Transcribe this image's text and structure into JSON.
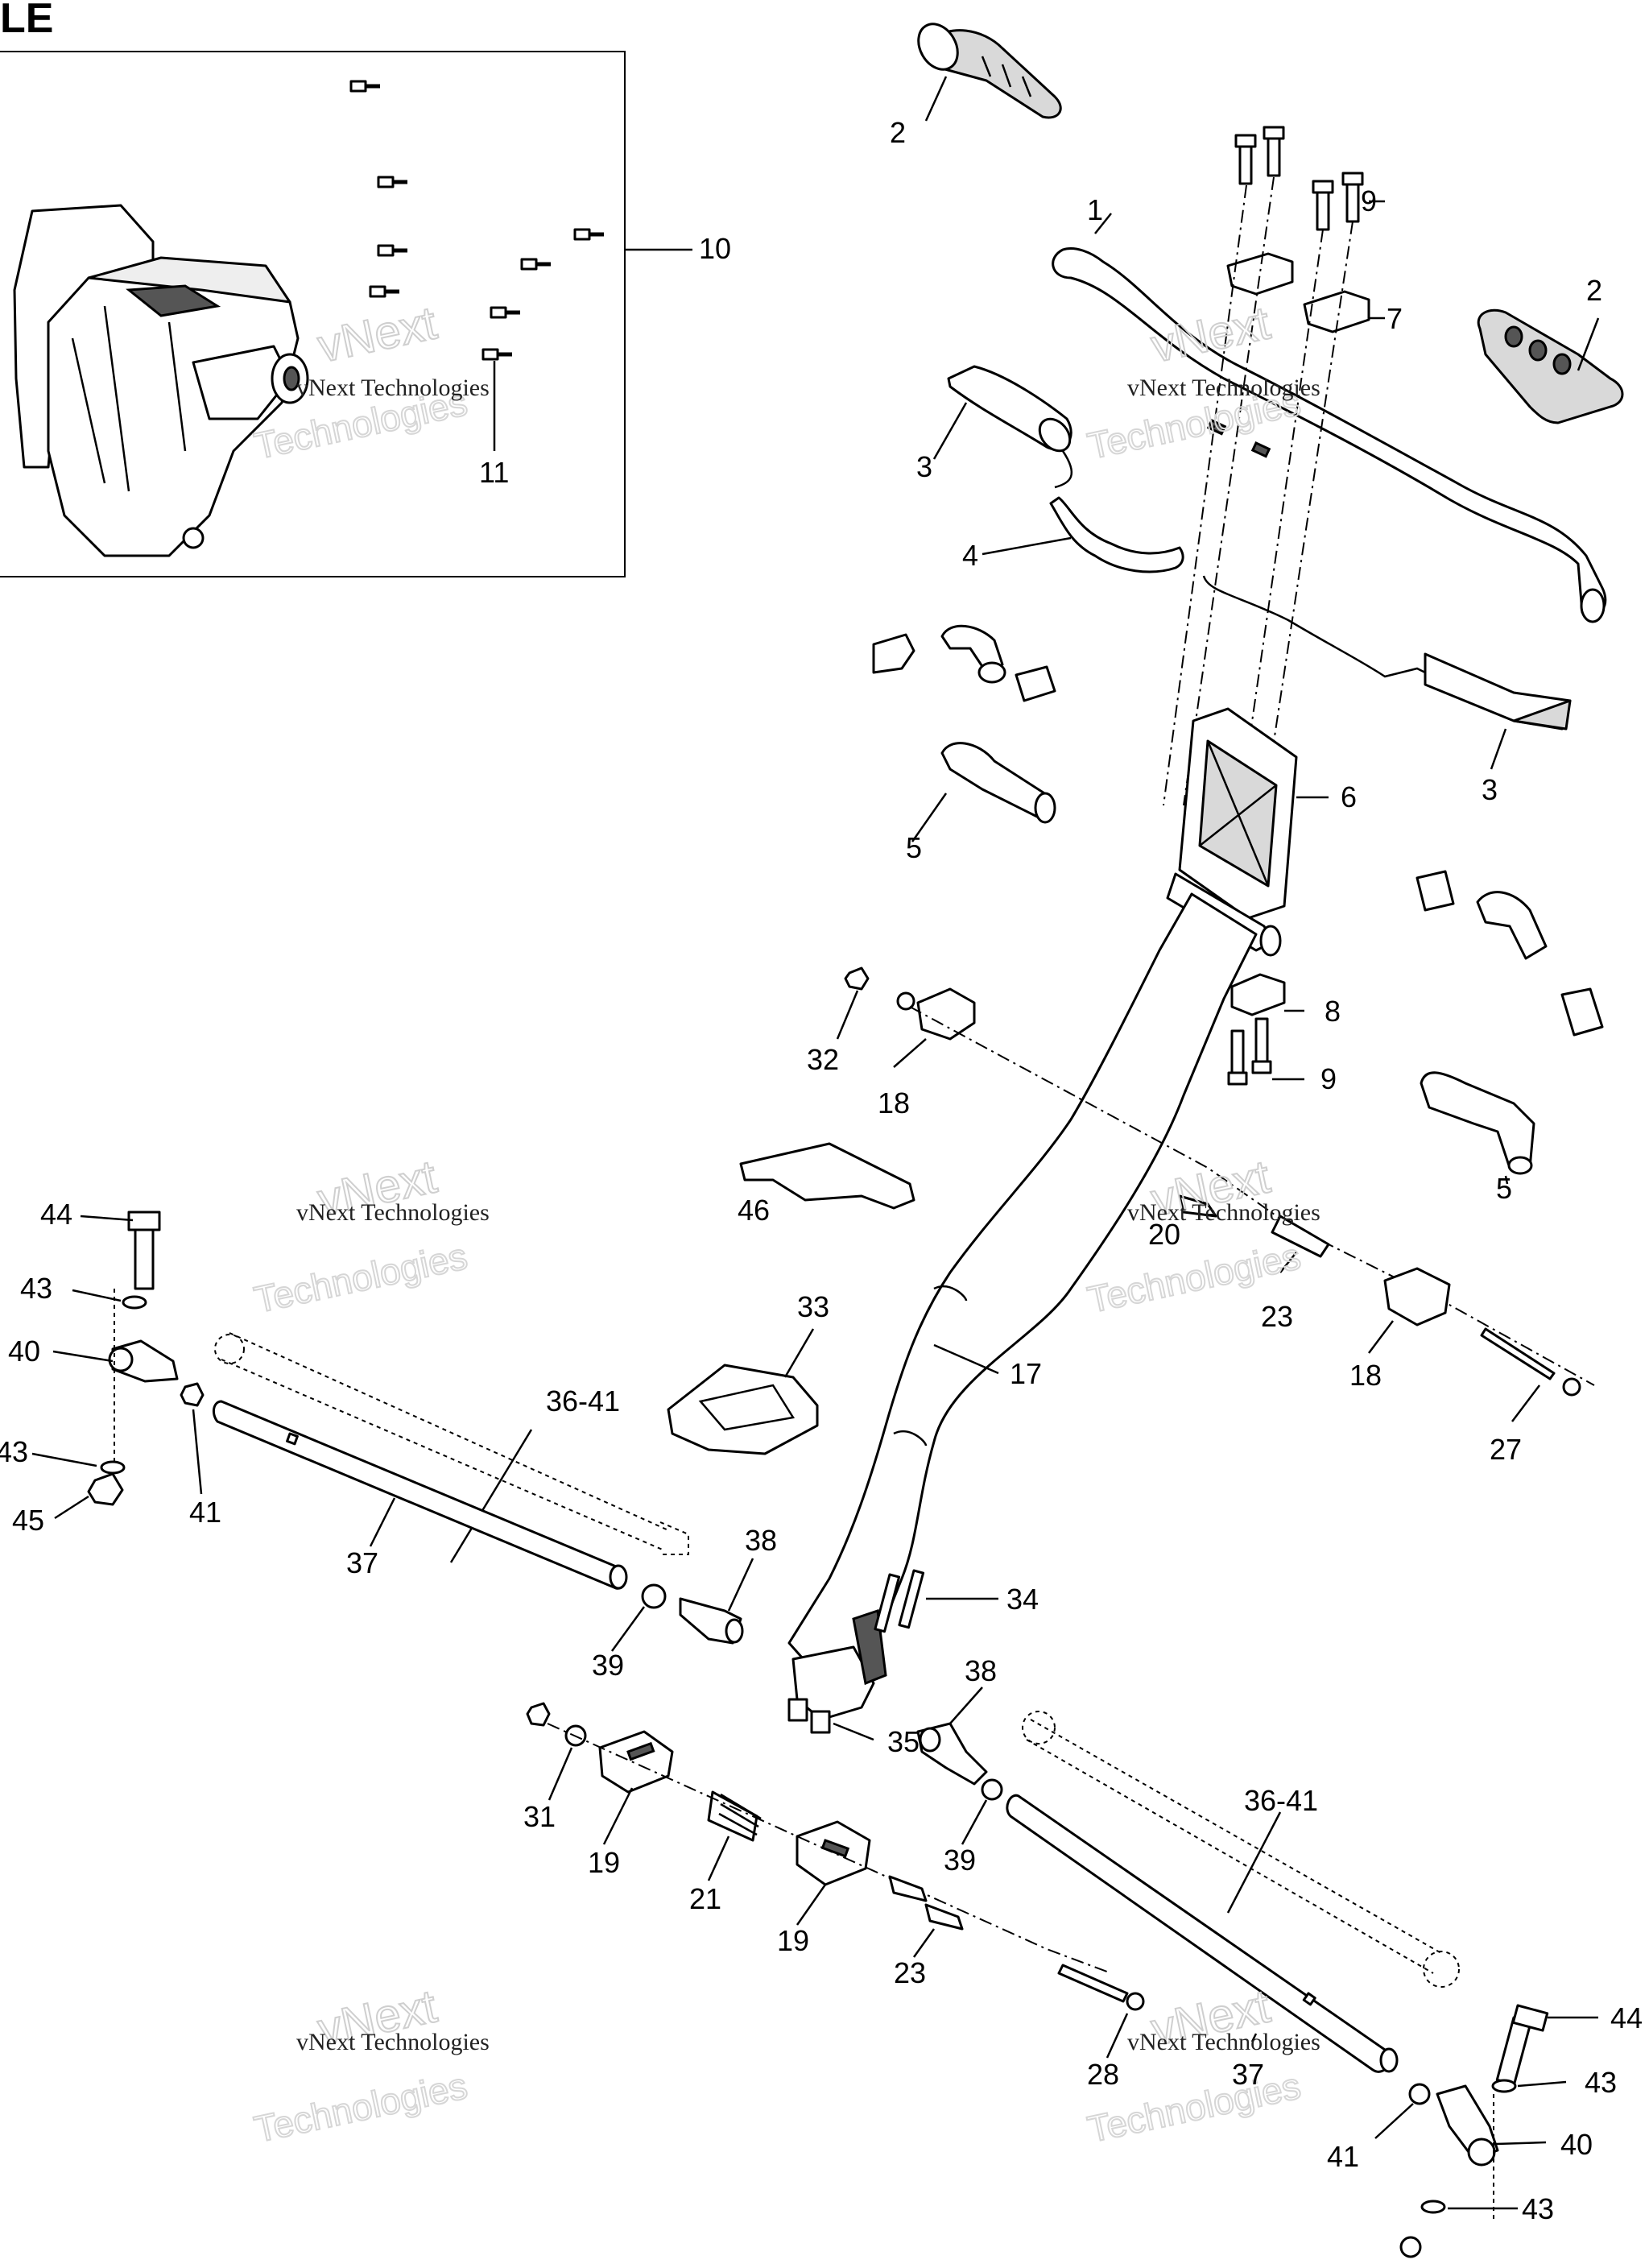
{
  "title": "LE",
  "watermark": {
    "line1": "vNext Technologies",
    "word1": "vNext",
    "word2": "Technologies"
  },
  "callouts": {
    "c1": "1",
    "c2a": "2",
    "c2b": "2",
    "c3a": "3",
    "c3b": "3",
    "c4": "4",
    "c5a": "5",
    "c5b": "5",
    "c6": "6",
    "c7": "7",
    "c8": "8",
    "c9a": "9",
    "c9b": "9",
    "c10": "10",
    "c11": "11",
    "c17": "17",
    "c18a": "18",
    "c18b": "18",
    "c19a": "19",
    "c19b": "19",
    "c20": "20",
    "c21": "21",
    "c23a": "23",
    "c23b": "23",
    "c27": "27",
    "c28": "28",
    "c31": "31",
    "c32": "32",
    "c33": "33",
    "c34": "34",
    "c35": "35",
    "c3641a": "36-41",
    "c3641b": "36-41",
    "c37a": "37",
    "c37b": "37",
    "c38a": "38",
    "c38b": "38",
    "c39a": "39",
    "c39b": "39",
    "c40a": "40",
    "c40b": "40",
    "c41a": "41",
    "c41b": "41",
    "c43a": "43",
    "c43b": "43",
    "c43c": "43",
    "c43d": "43",
    "c44a": "44",
    "c44b": "44",
    "c45": "45",
    "c46": "46"
  }
}
